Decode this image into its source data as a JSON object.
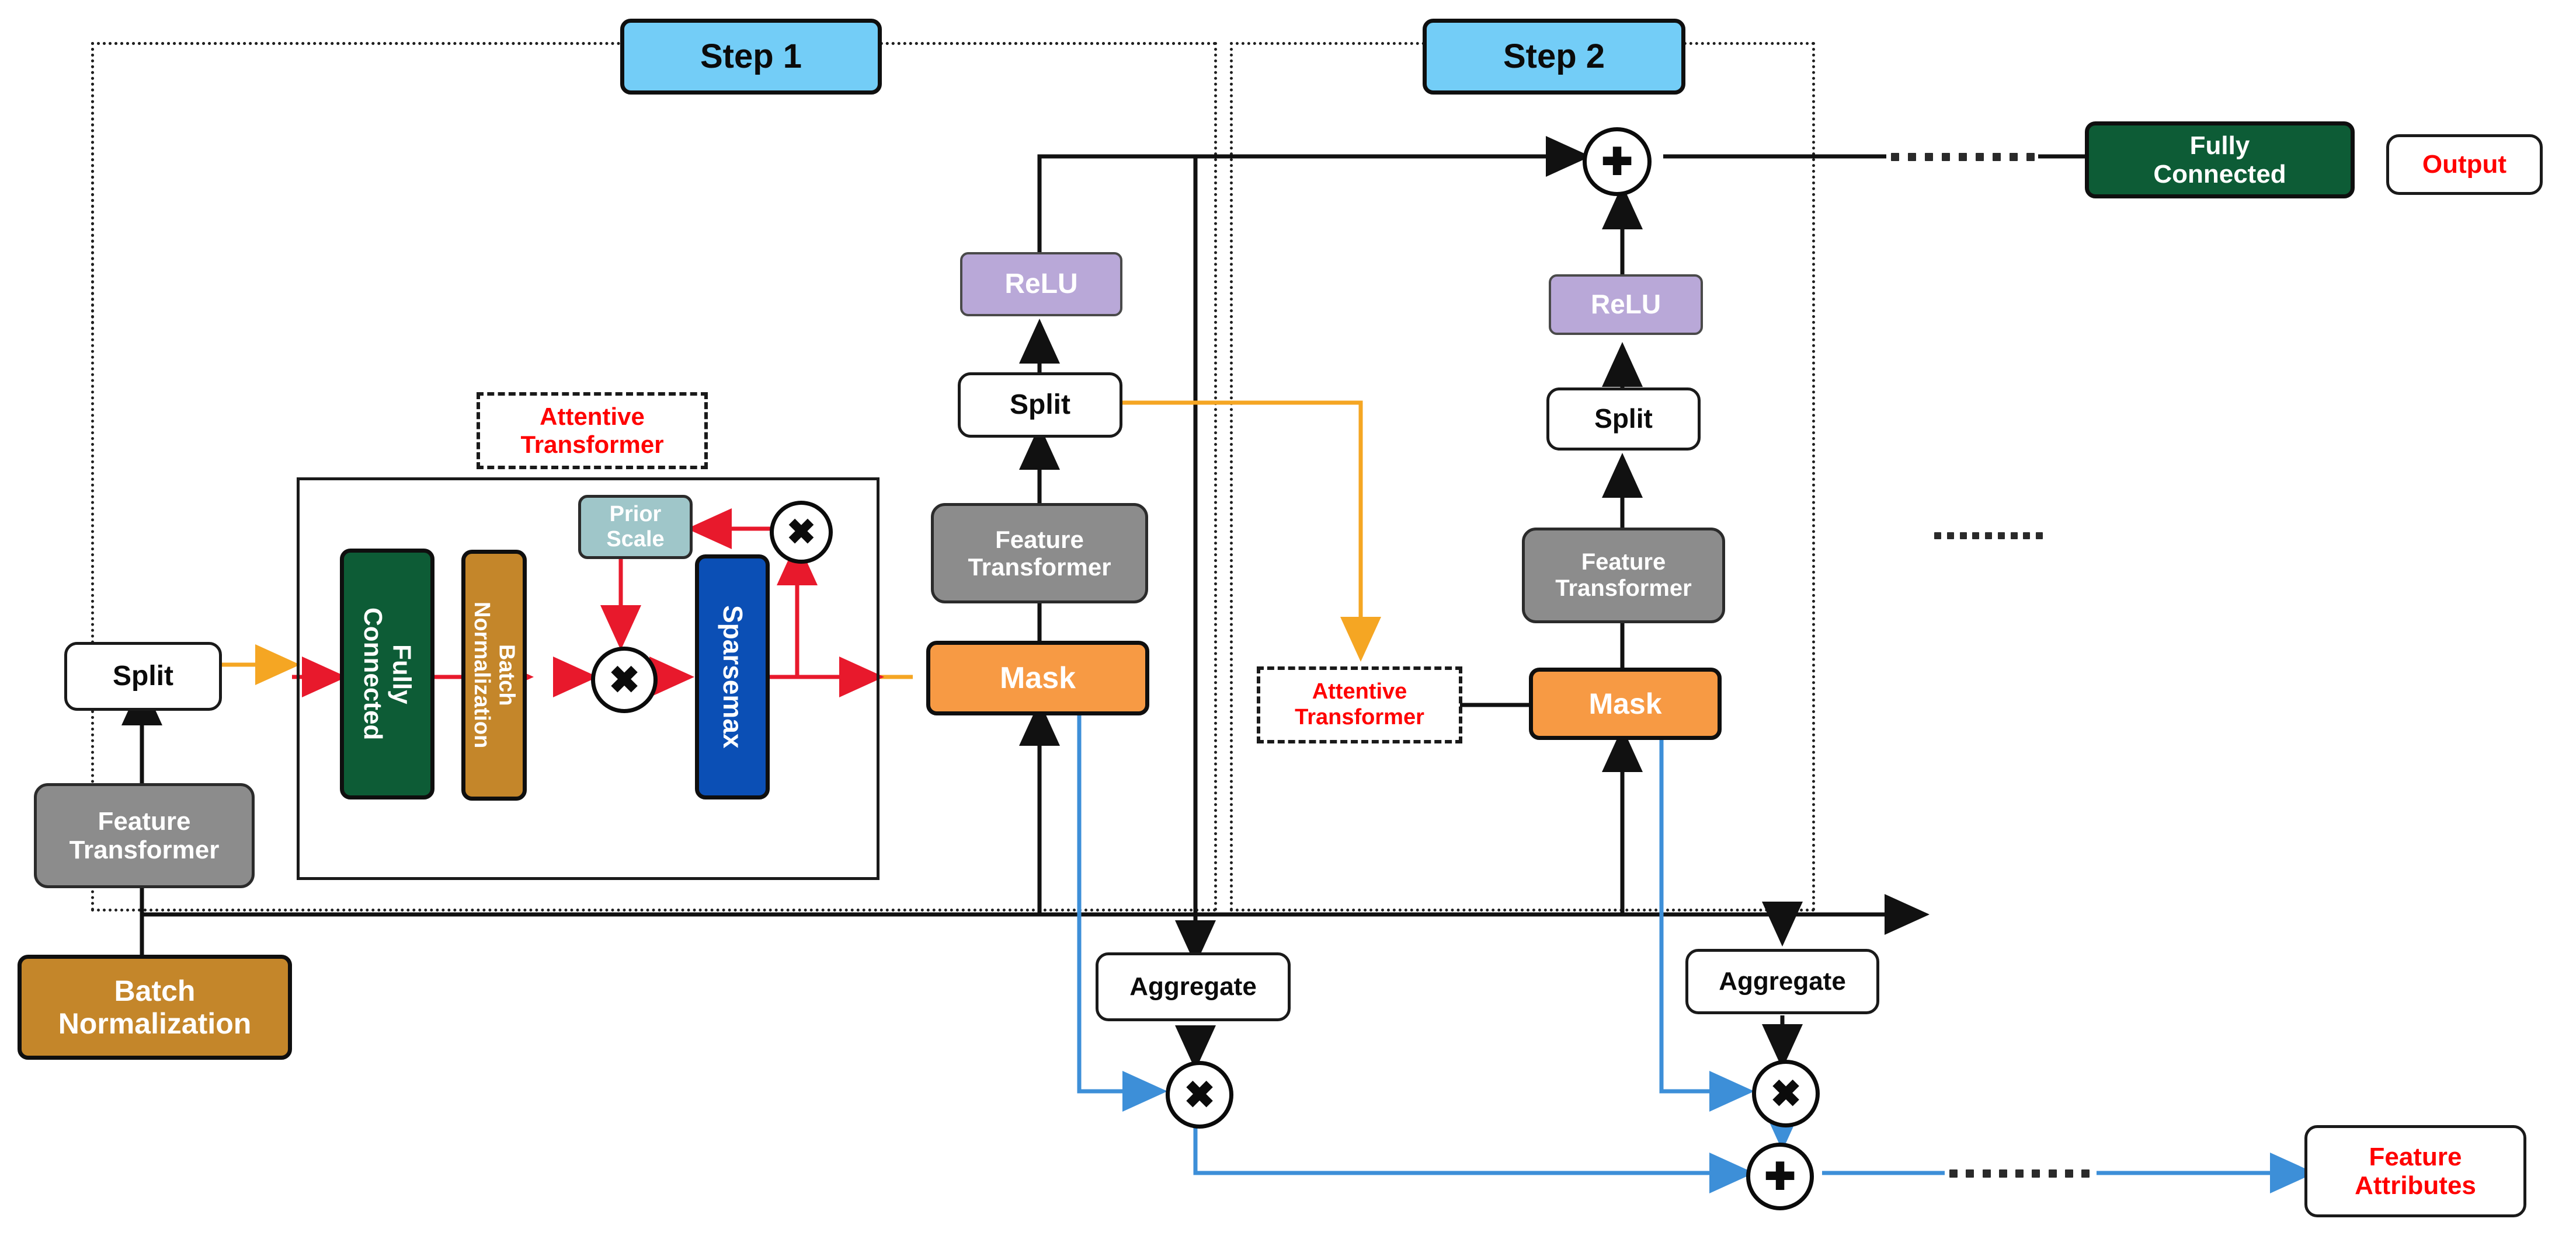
{
  "diagram": {
    "title": "TabNet architecture (encoder) flow diagram",
    "colors": {
      "step_header": "#73cdf7",
      "fully_connected": "#0d5c36",
      "batch_normalization": "#c4862a",
      "mask": "#f79a44",
      "feature_transformer": "#8c8c8c",
      "relu": "#b9a8d8",
      "prior_scale": "#9fc6c9",
      "sparsemax": "#0b4fb5",
      "accent_red": "#ff0000",
      "attention_flow": "#f5a623",
      "attribute_flow": "#3d8fd8",
      "internal_flow": "#e8192c"
    }
  },
  "steps": [
    {
      "id": "step1",
      "label": "Step 1"
    },
    {
      "id": "step2",
      "label": "Step 2"
    }
  ],
  "input_column": {
    "split": "Split",
    "feature_transformer": "Feature\nTransformer",
    "batch_normalization": "Batch\nNormalization"
  },
  "attentive_transformer": {
    "title": "Attentive\nTransformer",
    "blocks": {
      "fully_connected": "Fully\nConnected",
      "batch_normalization": "Batch\nNormalization",
      "prior_scale": "Prior\nScale",
      "sparsemax": "Sparsemax"
    },
    "operators": {
      "multiply_main": "multiply",
      "multiply_feedback": "multiply"
    }
  },
  "step1": {
    "mask": "Mask",
    "feature_transformer": "Feature\nTransformer",
    "split": "Split",
    "relu": "ReLU",
    "aggregate": "Aggregate",
    "multiply": "multiply"
  },
  "step2": {
    "attentive_transformer": "Attentive\nTransformer",
    "mask": "Mask",
    "feature_transformer": "Feature\nTransformer",
    "split": "Split",
    "relu": "ReLU",
    "aggregate": "Aggregate",
    "multiply": "multiply",
    "add": "add"
  },
  "outputs": {
    "sum_node": "add",
    "fully_connected": "Fully\nConnected",
    "output": "Output",
    "feature_attributes": "Feature\nAttributes"
  },
  "ellipses": {
    "top": "…",
    "middle": "…",
    "bottom": "…"
  },
  "operator_glyphs": {
    "multiply": "✖",
    "add": "✚"
  }
}
